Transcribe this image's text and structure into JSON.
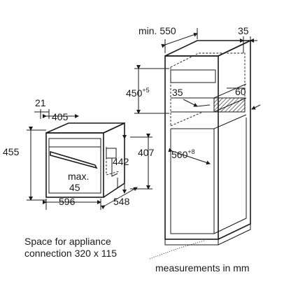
{
  "oven": {
    "width": "596",
    "height": "455",
    "depth": "548",
    "inner_height": "442",
    "front_height": "407",
    "top_depth": "405",
    "top_offset": "21",
    "max_label": "max.",
    "max_value": "45"
  },
  "cabinet": {
    "min_width": "min. 550",
    "back_gap": "35",
    "niche_height": "450",
    "niche_height_tol": "+5",
    "side_gap": "35",
    "vent_depth": "60",
    "niche_depth": "560",
    "niche_depth_tol": "+8"
  },
  "notes": {
    "space_line1": "Space for appliance",
    "space_line2": "connection 320 x 115",
    "units": "measurements in mm"
  }
}
